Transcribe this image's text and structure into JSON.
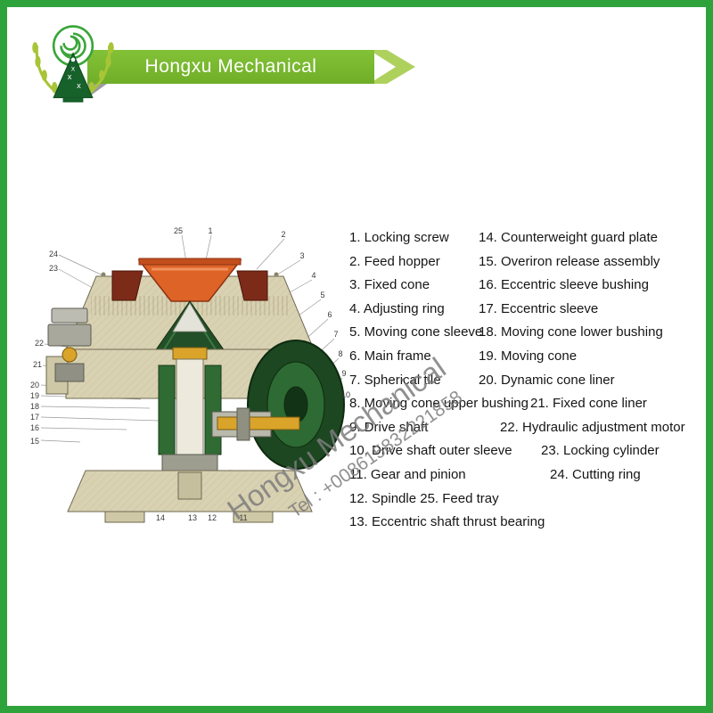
{
  "brand": {
    "name": "Hongxu Mechanical"
  },
  "watermark": {
    "line1": "Hongxu Mechanical",
    "line2": "Tel : +008615832221858"
  },
  "colors": {
    "border_green": "#2fa33b",
    "banner_green": "#76b82a",
    "chevron_green": "#aed15e",
    "hopper_orange": "#dd6327",
    "machine_green": "#1c4721",
    "shaft_yellow": "#d9a429",
    "body_beige": "#d9d2b2",
    "watermark_gray": "#7d7d7d"
  },
  "parts_list": {
    "left": [
      "1. Locking screw",
      "2. Feed hopper",
      "3. Fixed cone",
      "4. Adjusting ring",
      "5. Moving cone sleeve",
      "6. Main frame",
      "7. Spherical tile",
      "8. Moving cone upper bushing",
      "9. Drive shaft",
      "10. Drive shaft outer sleeve",
      "11. Gear and pinion",
      "12. Spindle 25. Feed tray",
      "13. Eccentric shaft thrust bearing"
    ],
    "right": [
      "14. Counterweight guard plate",
      "15. Overiron release assembly",
      "16. Eccentric sleeve bushing",
      "17. Eccentric sleeve",
      "18. Moving cone lower bushing",
      "19. Moving cone",
      "20. Dynamic cone liner",
      "21. Fixed cone liner",
      "22. Hydraulic adjustment motor",
      "23. Locking cylinder",
      "24. Cutting ring"
    ]
  },
  "diagram": {
    "callouts_top": [
      "25",
      "1",
      "2"
    ],
    "callouts_left": [
      "24",
      "23",
      "22",
      "21",
      "20",
      "19",
      "18",
      "17",
      "16",
      "15"
    ],
    "callouts_bottom": [
      "14",
      "13",
      "12",
      "11"
    ],
    "callouts_right": [
      "3",
      "4",
      "5",
      "6",
      "7",
      "8",
      "9",
      "10"
    ]
  }
}
